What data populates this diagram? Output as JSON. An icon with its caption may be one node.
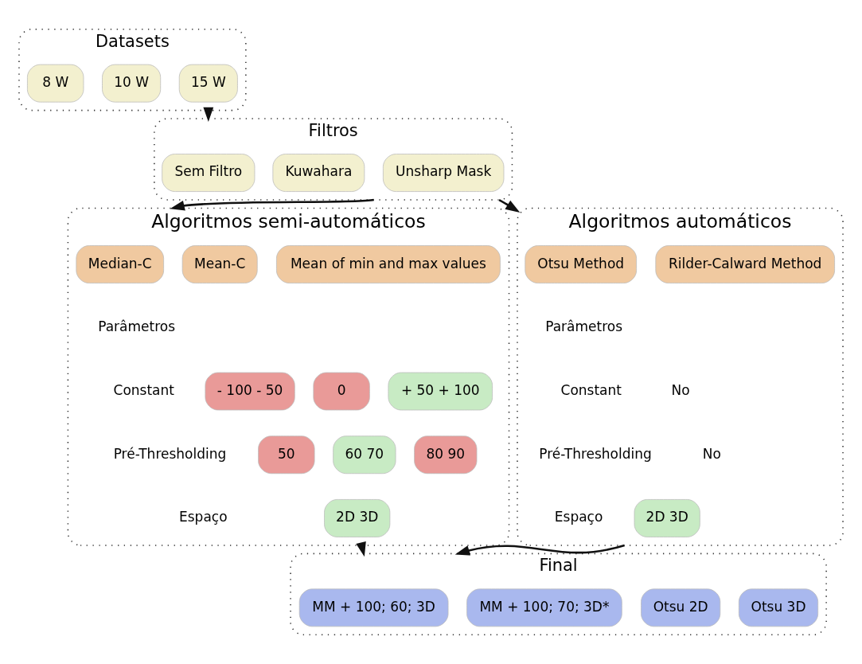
{
  "diagram": {
    "nodes": [
      {
        "text": [
          "Datasets"
        ]
      },
      {
        "text": [
          "8 W"
        ],
        "in": 0
      },
      {
        "text": [
          "10 W"
        ],
        "in": 0
      },
      {
        "text": [
          "15 W"
        ],
        "in": 0
      },
      {
        "text": [
          "Filtros"
        ]
      },
      {
        "text": [
          "Sem Filtro"
        ],
        "in": 4
      },
      {
        "text": [
          "Kuwahara"
        ],
        "in": 4
      },
      {
        "text": [
          "Unsharp Mask"
        ],
        "in": 4
      },
      {
        "text": [
          "Algoritmos semi-automáticos"
        ]
      },
      {
        "text": [
          "Median-C"
        ],
        "in": 8
      },
      {
        "text": [
          "Mean-C"
        ],
        "in": 8
      },
      {
        "text": [
          "Mean of min and max values"
        ],
        "in": 8
      },
      {
        "text": [
          "- 100 - 50"
        ],
        "in": 8
      },
      {
        "text": [
          "0"
        ],
        "in": 8
      },
      {
        "text": [
          "+ 50 + 100"
        ],
        "in": 8
      },
      {
        "text": [
          "50"
        ],
        "in": 8
      },
      {
        "text": [
          "60 70"
        ],
        "in": 8
      },
      {
        "text": [
          "80 90"
        ],
        "in": 8
      },
      {
        "text": [
          "2D 3D"
        ],
        "in": 8
      },
      {
        "text": [
          "Algoritmos automáticos"
        ]
      },
      {
        "text": [
          "Otsu Method"
        ],
        "in": 19
      },
      {
        "text": [
          "Rilder-Calward Method"
        ],
        "in": 19
      },
      {
        "text": [
          "2D 3D"
        ],
        "in": 19
      },
      {
        "text": [
          "Final"
        ]
      },
      {
        "text": [
          "MM + 100; 60; 3D"
        ],
        "in": 23
      },
      {
        "text": [
          "MM + 100; 70; 3D*"
        ],
        "in": 23
      },
      {
        "text": [
          "Otsu 2D"
        ],
        "in": 23
      },
      {
        "text": [
          "Otsu 3D"
        ],
        "in": 23
      }
    ],
    "edges": [
      {
        "from": 0,
        "to": 4,
        "arrow": "to"
      },
      {
        "from": 4,
        "to": 8,
        "arrow": "to"
      },
      {
        "from": 4,
        "to": 19,
        "arrow": "to"
      },
      {
        "from": 8,
        "to": 23,
        "arrow": "to"
      },
      {
        "from": 19,
        "to": 23,
        "arrow": "to"
      }
    ],
    "labels": [
      "Parâmetros",
      "Constant",
      "Pré-Thresholding",
      "Espaço",
      "Parâmetros",
      "Constant",
      "No",
      "Pré-Thresholding",
      "No",
      "Espaço"
    ]
  }
}
